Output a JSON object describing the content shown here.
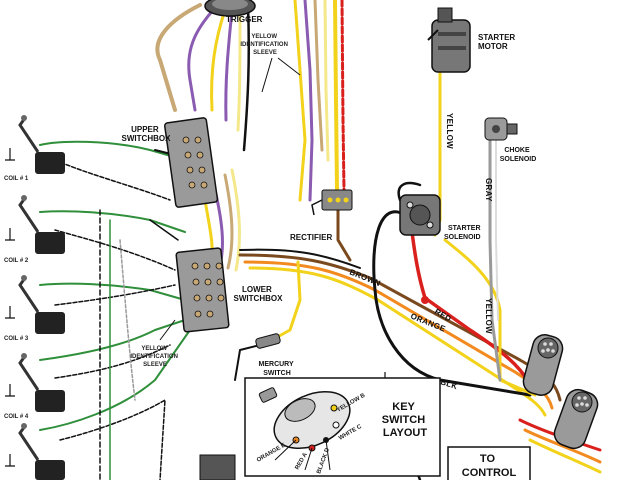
{
  "labels": {
    "trigger": "TRIGGER",
    "yellow_sleeve_top": [
      "YELLOW",
      "IDENTIFICATION",
      "SLEEVE"
    ],
    "starter_motor": [
      "STARTER",
      "MOTOR"
    ],
    "choke_solenoid": [
      "CHOKE",
      "SOLENOID"
    ],
    "upper_switchbox": [
      "UPPER",
      "SWITCHBOX"
    ],
    "coil_1": "COIL # 1",
    "coil_2": "COIL # 2",
    "coil_3": "COIL # 3",
    "coil_4": "COIL # 4",
    "rectifier": "RECTIFIER",
    "starter_solenoid": [
      "STARTER",
      "SOLENOID"
    ],
    "lower_switchbox": [
      "LOWER",
      "SWITCHBOX"
    ],
    "yellow_sleeve_bottom": [
      "YELLOW",
      "IDENTIFICATION",
      "SLEEVE"
    ],
    "mercury_switch": [
      "MERCURY",
      "SWITCH"
    ],
    "key_switch_layout": [
      "KEY",
      "SWITCH",
      "LAYOUT"
    ],
    "to_control": [
      "TO",
      "CONTROL"
    ]
  },
  "wire_labels": {
    "yellow_vertical": "YELLOW",
    "gray": "GRAY",
    "yellow_right": "YELLOW",
    "brown": "BROWN",
    "red": "RED",
    "orange": "ORANGE",
    "blk": "BLK"
  },
  "key_switch_terminals": {
    "orange_e": "ORANGE E",
    "red_a": "RED A",
    "black_d": "BLACK D",
    "white_c": "WHITE C",
    "yellow_b": "YELLOW B"
  },
  "colors": {
    "yellow": "#f2d21b",
    "yellow_pale": "#f4e88a",
    "red": "#d9201c",
    "orange": "#f28a1f",
    "brown": "#7a4a1e",
    "black": "#111111",
    "gray": "#9a9a9a",
    "green": "#2f8f3a",
    "purple": "#8a5bb0",
    "white": "#ffffff",
    "tan": "#c8a874"
  }
}
